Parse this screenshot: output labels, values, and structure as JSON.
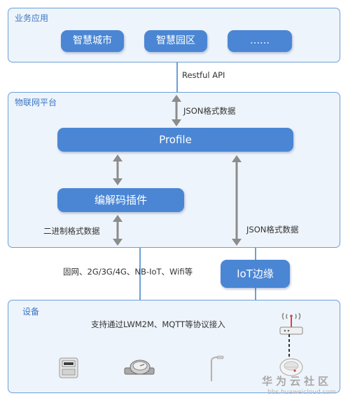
{
  "business_layer": {
    "title": "业务应用",
    "apps": [
      "智慧城市",
      "智慧园区",
      "……"
    ]
  },
  "connector_restful": "Restful API",
  "platform_layer": {
    "title": "物联网平台",
    "json_top_label": "JSON格式数据",
    "profile_label": "Profile",
    "codec_label": "编解码插件",
    "binary_label": "二进制格式数据",
    "json_right_label": "JSON格式数据"
  },
  "network_label": "固网、2G/3G/4G、NB-IoT、Wifi等",
  "iot_edge_label": "IoT边缘",
  "device_layer": {
    "title": "设备",
    "protocol_label": "支持通过LWM2M、MQTT等协议接入",
    "devices": [
      "gas-meter-icon",
      "water-meter-icon",
      "street-lamp-icon",
      "smoke-detector-icon",
      "router-icon"
    ]
  },
  "colors": {
    "layer_border": "#6b9fd8",
    "layer_fill": "#eef4fb",
    "pill_fill": "#4a86d4",
    "arrow": "#8c8c8c"
  },
  "watermark": {
    "cn": "华为云社区",
    "en": "bbs.huaweicloud.com"
  }
}
